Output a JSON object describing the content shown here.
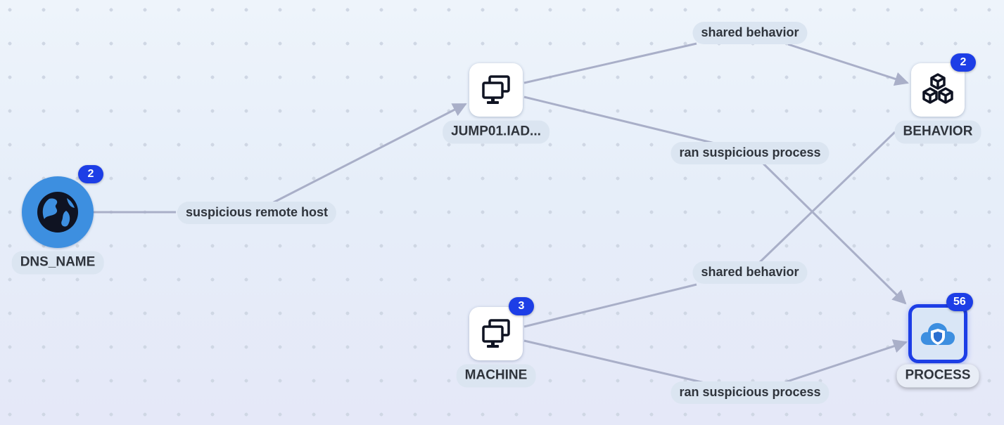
{
  "graph": {
    "nodes": {
      "dns": {
        "label": "DNS_NAME",
        "badge": "2",
        "icon": "globe-icon"
      },
      "jump": {
        "label": "JUMP01.IAD...",
        "icon": "computers-icon"
      },
      "machine": {
        "label": "MACHINE",
        "badge": "3",
        "icon": "computers-icon"
      },
      "behavior": {
        "label": "BEHAVIOR",
        "badge": "2",
        "icon": "cubes-icon"
      },
      "process": {
        "label": "PROCESS",
        "badge": "56",
        "icon": "cloud-shield-icon",
        "selected": true
      }
    },
    "edges": {
      "dns_jump": {
        "label": "suspicious remote host"
      },
      "jump_behavior": {
        "label": "shared behavior"
      },
      "jump_process": {
        "label": "ran suspicious process"
      },
      "machine_behavior": {
        "label": "shared behavior"
      },
      "machine_process": {
        "label": "ran suspicious process"
      }
    }
  },
  "colors": {
    "accent": "#1d3ee6",
    "globe": "#3d8fe0",
    "edge": "#a9afc8",
    "label_bg": "#dbe5f1"
  }
}
